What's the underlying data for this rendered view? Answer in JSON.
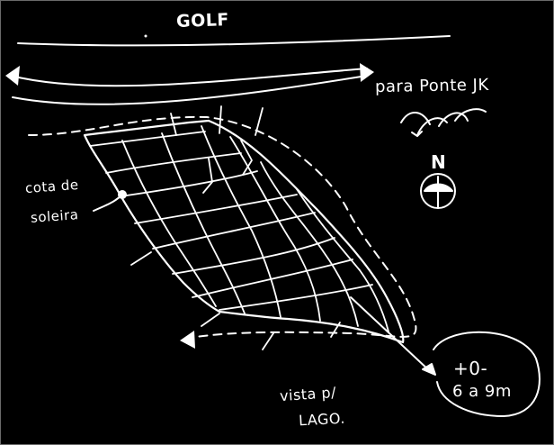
{
  "labels": {
    "golf": "GOLF",
    "para_ponte": "para Ponte JK",
    "cota_line1": "cota de",
    "cota_line2": "soleira",
    "vista_line1": "vista p/",
    "vista_line2": "LAGO.",
    "altitude_line1": "+0-",
    "altitude_line2": "6 a 9m",
    "north": "N"
  },
  "icons": [
    "double-arrow-icon",
    "north-arrow-icon",
    "wind-arrows-icon",
    "arrow-left-icon"
  ],
  "colors": {
    "background": "#000000",
    "ink": "#ffffff"
  }
}
